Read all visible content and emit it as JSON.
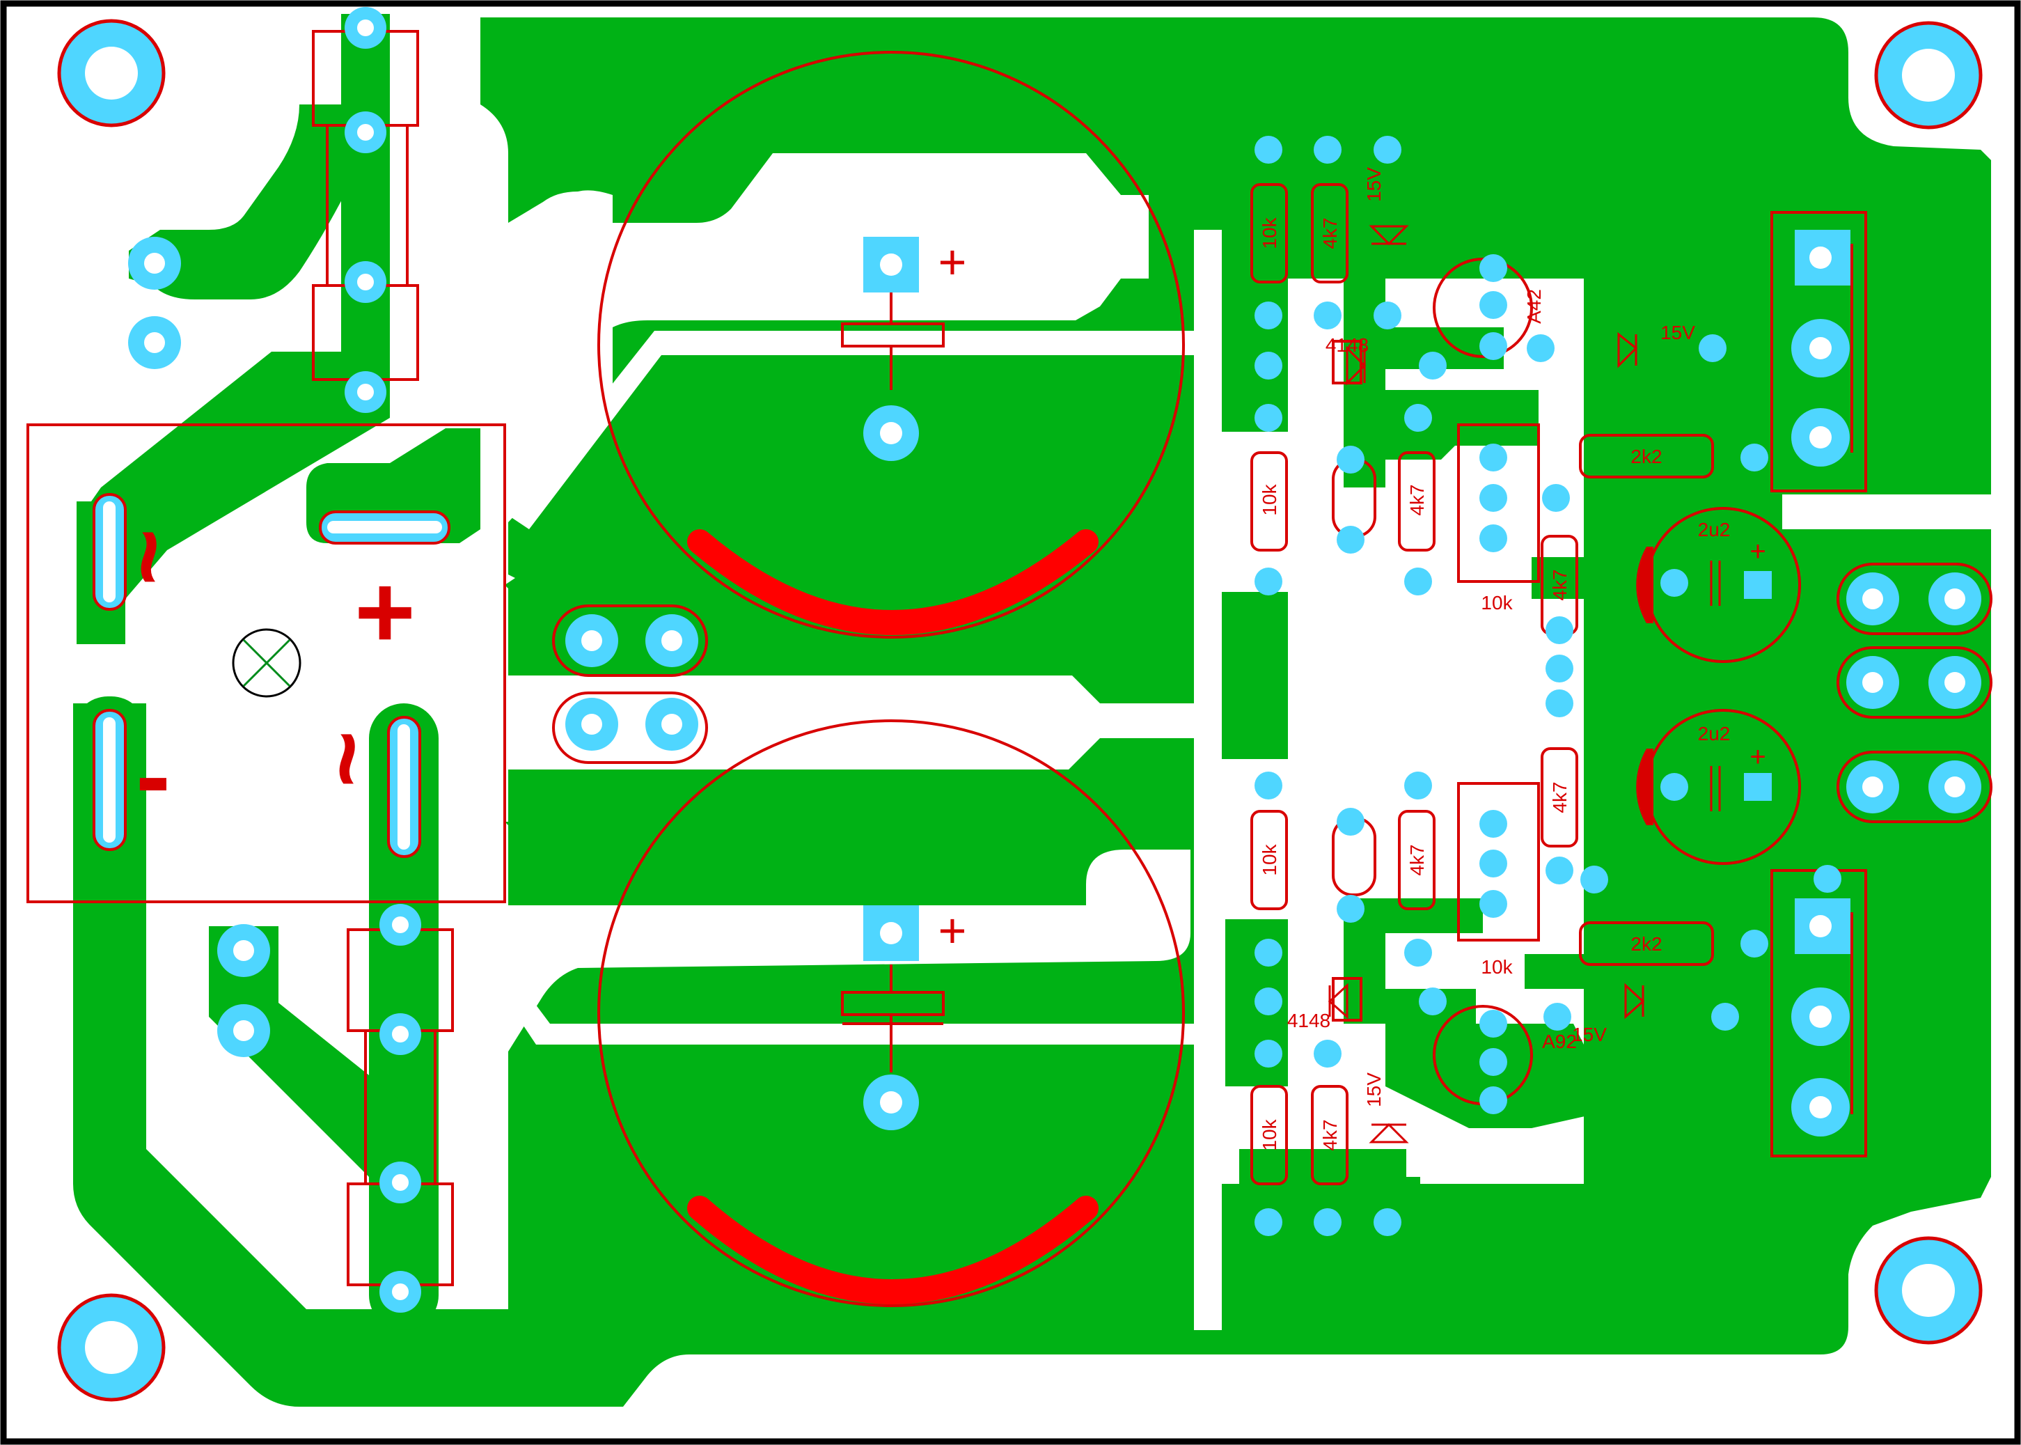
{
  "colors": {
    "copper": "#00b215",
    "silk": "#d80000",
    "pad": "#4fd6ff",
    "hole": "#ffffff",
    "board": "#ffffff",
    "outline": "#000000",
    "mount_mark": "#008c1a"
  },
  "silk_labels": {
    "plus": "+",
    "minus": "-",
    "ac_tilde": "~"
  },
  "components": {
    "r_top_left": "10k",
    "r_top_mid": "4k7",
    "zener_top": "15V",
    "diode_top": "4148",
    "transistor_top": "A42",
    "zener_right_top": "15V",
    "r_2k2_top": "2k2",
    "r_mid_top": "10k",
    "r_4k7_a": "4k7",
    "trim_top": "10k",
    "r_4k7_b": "4k7",
    "cap_top": "2u2",
    "cap_bottom": "2u2",
    "r_4k7_c": "4k7",
    "r_mid_bottom": "10k",
    "r_4k7_d": "4k7",
    "trim_bottom": "10k",
    "r_2k2_bottom": "2k2",
    "diode_bottom": "4148",
    "transistor_bottom": "A92",
    "zener_right_bottom": "15V",
    "zener_bottom": "15V",
    "r_bot_left": "10k",
    "r_bot_mid": "4k7"
  }
}
